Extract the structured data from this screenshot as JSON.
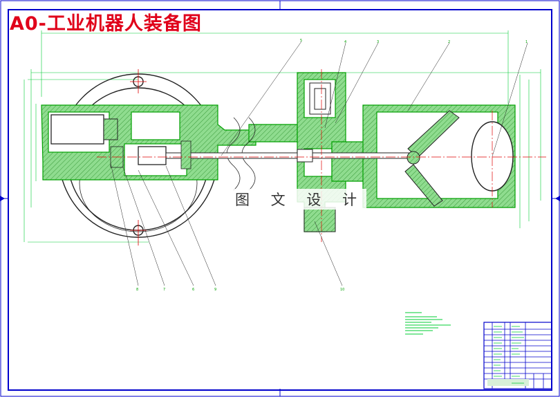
{
  "drawing": {
    "title": "A0-工业机器人装备图",
    "watermark": "图 文 设 计",
    "callouts": [
      "5",
      "4",
      "3",
      "2",
      "1",
      "8",
      "7",
      "6",
      "9",
      "10"
    ],
    "line_colors": {
      "frame": "#0000cc",
      "part_outline": "#00a000",
      "centerline": "#e00000",
      "hatch_fill": "#8fdc8f",
      "dimension": "#00cc33",
      "title": "#e0001a"
    }
  }
}
